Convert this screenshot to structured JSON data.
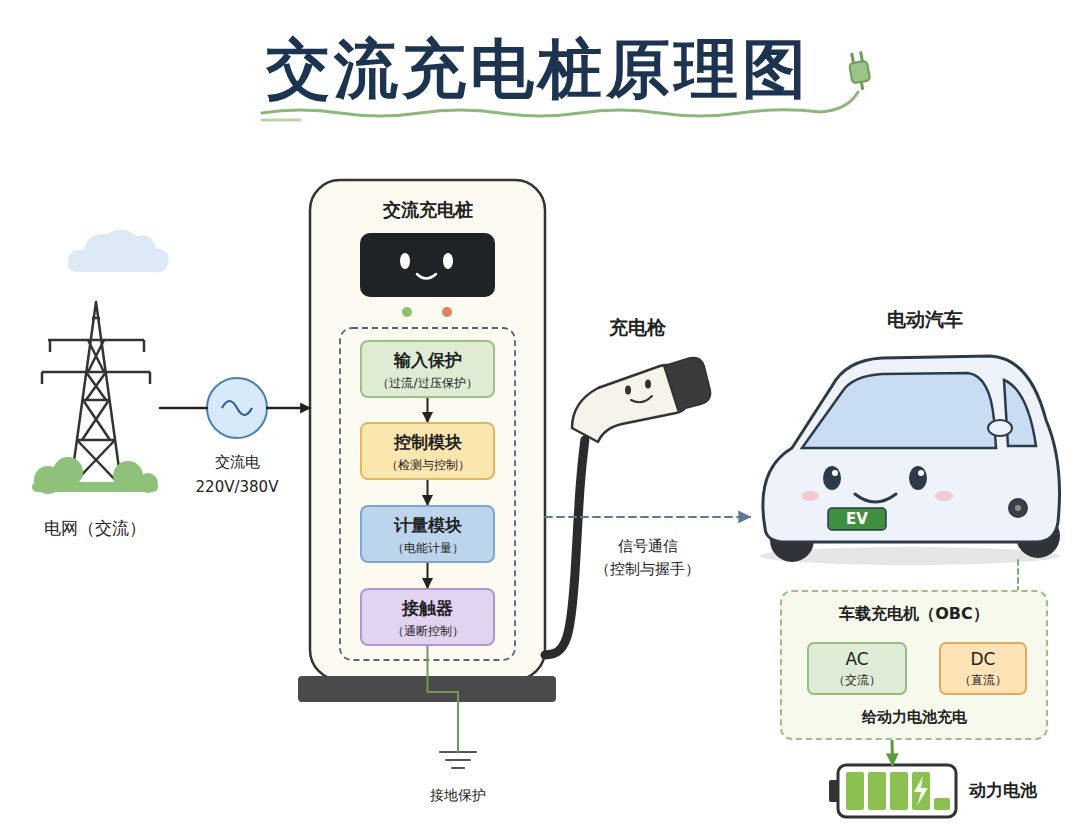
{
  "diagram": {
    "title": "交流充电桩原理图",
    "nodes": [
      {
        "text": [
          "电网（交流）"
        ]
      },
      {
        "text": [
          "交流电 220V/380V"
        ]
      },
      {
        "text": [
          "交流充电桩"
        ]
      },
      {
        "text": [
          "输入保护",
          "（过流/过压保护）"
        ],
        "in": 2
      },
      {
        "text": [
          "控制模块",
          "（检测与控制）"
        ],
        "in": 2
      },
      {
        "text": [
          "计量模块",
          "（电能计量）"
        ],
        "in": 2
      },
      {
        "text": [
          "接触器",
          "（通断控制）"
        ],
        "in": 2
      },
      {
        "text": [
          "充电枪"
        ]
      },
      {
        "text": [
          "电动汽车"
        ]
      },
      {
        "text": [
          "车载充电机（OBC）",
          "给动力电池充电"
        ]
      },
      {
        "text": [
          "AC",
          "（交流）"
        ],
        "in": 9
      },
      {
        "text": [
          "DC",
          "（直流）"
        ],
        "in": 9
      },
      {
        "text": [
          "动力电池"
        ]
      },
      {
        "text": [
          "接地保护"
        ]
      }
    ],
    "edges": [
      {
        "from": 0,
        "to": 1,
        "arrow": "none"
      },
      {
        "from": 1,
        "to": 2,
        "arrow": "to"
      },
      {
        "from": 3,
        "to": 4,
        "arrow": "to"
      },
      {
        "from": 4,
        "to": 5,
        "arrow": "to"
      },
      {
        "from": 5,
        "to": 6,
        "arrow": "to"
      },
      {
        "from": 6,
        "to": 13,
        "arrow": "none"
      },
      {
        "from": 2,
        "to": 7,
        "arrow": "none"
      },
      {
        "from": 2,
        "to": 8,
        "label": "信号通信 （控制与握手）",
        "arrow": "to"
      },
      {
        "from": 8,
        "to": 9,
        "arrow": "none"
      },
      {
        "from": 10,
        "to": 11,
        "arrow": "to"
      },
      {
        "from": 9,
        "to": 12,
        "arrow": "to"
      }
    ],
    "labels": [
      "EV"
    ]
  }
}
